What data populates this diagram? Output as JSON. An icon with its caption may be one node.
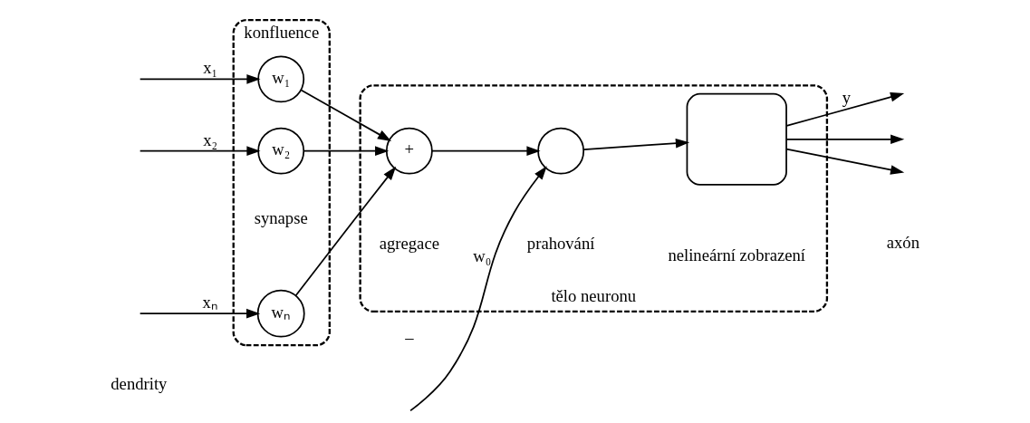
{
  "diagram": {
    "nodes": [
      {
        "text": [
          "konfluence",
          "synapse"
        ]
      },
      {
        "text": [
          "w₁"
        ],
        "in": 0
      },
      {
        "text": [
          "w₂"
        ],
        "in": 0
      },
      {
        "text": [
          "wₙ"
        ],
        "in": 0
      },
      {
        "text": [
          "tělo neuronu"
        ]
      },
      {
        "text": [
          "+"
        ],
        "in": 4,
        "beside": [
          "agregace"
        ]
      },
      {
        "text": [],
        "shape": "circle",
        "in": 4,
        "beside": [
          "prahování"
        ]
      },
      {
        "text": [],
        "shape": "box",
        "in": 4,
        "beside": [
          "nelineární zobrazení"
        ]
      }
    ],
    "edges": [
      {
        "from": null,
        "to": 1,
        "arrow": "to",
        "label": "x₁"
      },
      {
        "from": null,
        "to": 2,
        "arrow": "to",
        "label": "x₂"
      },
      {
        "from": null,
        "to": 3,
        "arrow": "to",
        "label": "xₙ"
      },
      {
        "from": 1,
        "to": 5,
        "arrow": "to"
      },
      {
        "from": 2,
        "to": 5,
        "arrow": "to"
      },
      {
        "from": 3,
        "to": 5,
        "arrow": "to"
      },
      {
        "from": null,
        "to": 6,
        "arrow": "to",
        "label": "w₀"
      },
      {
        "from": 5,
        "to": 6,
        "arrow": "to"
      },
      {
        "from": 6,
        "to": 7,
        "arrow": "to"
      },
      {
        "from": 7,
        "to": null,
        "arrow": "to",
        "label": "y"
      },
      {
        "from": 7,
        "to": null,
        "arrow": "to"
      },
      {
        "from": 7,
        "to": null,
        "arrow": "to"
      }
    ],
    "labels": [
      "dendrity",
      "–",
      "axón"
    ]
  }
}
